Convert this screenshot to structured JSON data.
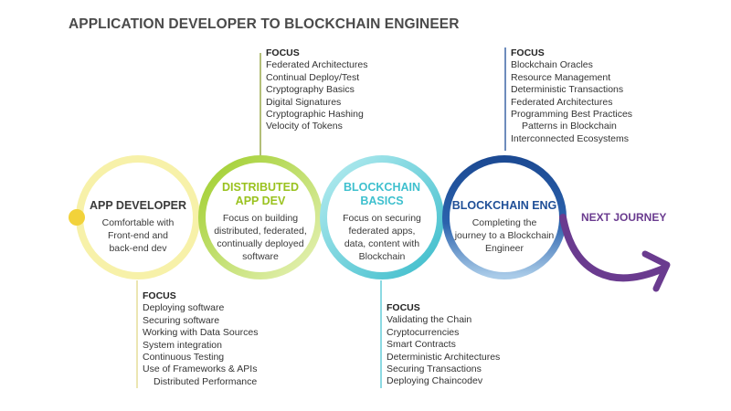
{
  "title": "APPLICATION DEVELOPER TO BLOCKCHAIN ENGINEER",
  "colors": {
    "app_developer": "#f7f1a9",
    "distributed_app_dev": "#a8d13a",
    "blockchain_basics": "#4ec7d3",
    "blockchain_eng": "#1f4f97",
    "next_journey": "#6a3b8f",
    "start_dot": "#f2d23a",
    "connector": "#8a9a2f"
  },
  "stages": [
    {
      "title": [
        "APP DEVELOPER"
      ],
      "description": [
        "Comfortable with",
        "Front-end and",
        "back-end dev"
      ]
    },
    {
      "title": [
        "DISTRIBUTED",
        "APP DEV"
      ],
      "description": [
        "Focus on building",
        "distributed, federated,",
        "continually deployed",
        "software"
      ]
    },
    {
      "title": [
        "BLOCKCHAIN",
        "BASICS"
      ],
      "description": [
        "Focus on securing",
        "federated apps,",
        "data, content with",
        "Blockchain"
      ]
    },
    {
      "title": [
        "BLOCKCHAIN ENG"
      ],
      "description": [
        "Completing the",
        "journey to a Blockchain",
        "Engineer"
      ]
    }
  ],
  "next_journey": "NEXT JOURNEY",
  "focus_app_developer": {
    "heading": "FOCUS",
    "items": [
      "Deploying software",
      "Securing software",
      "Working with Data Sources",
      "System integration",
      "Continuous Testing",
      "Use of Frameworks & APIs",
      "Distributed Performance"
    ]
  },
  "focus_distributed": {
    "heading": "FOCUS",
    "items": [
      "Federated Architectures",
      "Continual Deploy/Test",
      "Cryptography Basics",
      "Digital Signatures",
      "Cryptographic Hashing",
      "Velocity of Tokens"
    ]
  },
  "focus_basics": {
    "heading": "FOCUS",
    "items": [
      "Validating the Chain",
      "Cryptocurrencies",
      "Smart Contracts",
      "Deterministic Architectures",
      "Securing Transactions",
      "Deploying Chaincodev"
    ]
  },
  "focus_eng": {
    "heading": "FOCUS",
    "items": [
      "Blockchain Oracles",
      "Resource Management",
      "Deterministic Transactions",
      "Federated Architectures",
      "Programming Best Practices",
      "Patterns in Blockchain",
      "Interconnected Ecosystems"
    ]
  }
}
